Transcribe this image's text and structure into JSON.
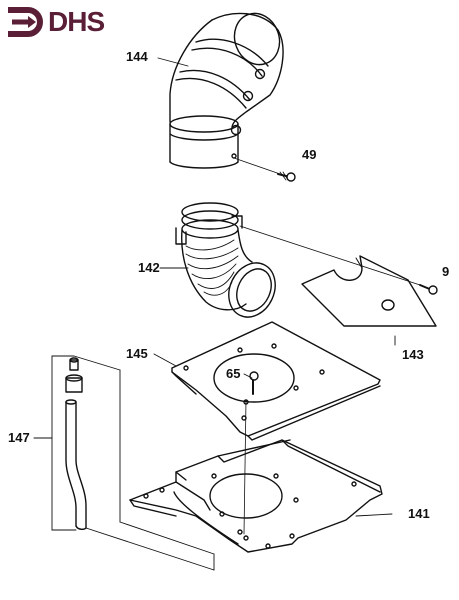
{
  "brand": {
    "name": "DHS",
    "color": "#5a1f36"
  },
  "callouts": {
    "c144": "144",
    "c49": "49",
    "c142": "142",
    "c9": "9",
    "c143": "143",
    "c145": "145",
    "c65": "65",
    "c147": "147",
    "c141": "141"
  },
  "parts": [
    {
      "id": "144",
      "name": "elbow-duct"
    },
    {
      "id": "49",
      "name": "screw"
    },
    {
      "id": "142",
      "name": "flexible-elbow"
    },
    {
      "id": "9",
      "name": "screw"
    },
    {
      "id": "143",
      "name": "deflector-plate"
    },
    {
      "id": "145",
      "name": "mounting-plate"
    },
    {
      "id": "65",
      "name": "screw"
    },
    {
      "id": "147",
      "name": "drain-tube"
    },
    {
      "id": "141",
      "name": "base-frame"
    }
  ]
}
